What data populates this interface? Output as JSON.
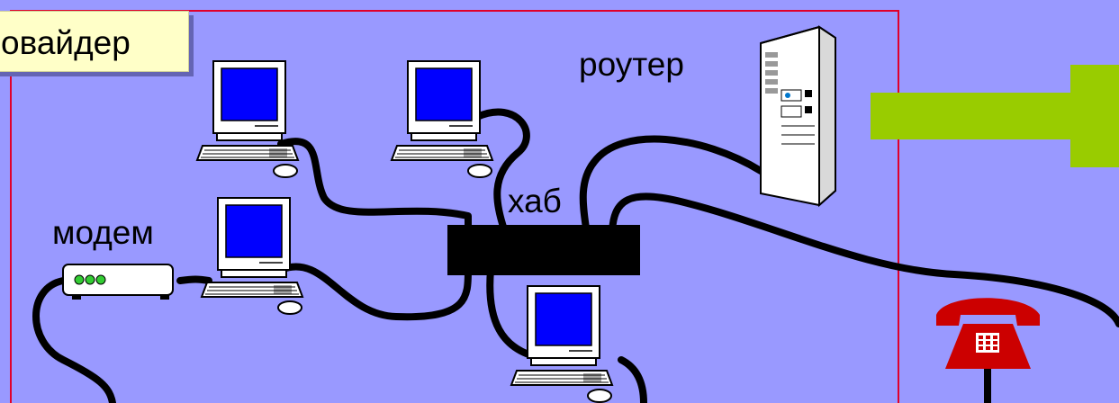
{
  "labels": {
    "provider": "овайдер",
    "router": "роутер",
    "hub": "хаб",
    "modem": "модем"
  },
  "icons": {
    "computer": "computer-icon",
    "router": "server-tower-icon",
    "modem": "modem-icon",
    "phone": "telephone-icon",
    "arrow": "arrow-right-icon"
  },
  "colors": {
    "background": "#9999ff",
    "provider_border": "#e0002a",
    "provider_label_bg": "#ffffc8",
    "arrow": "#99cc00",
    "hub": "#000000",
    "screen": "#0000ff",
    "phone": "#cc0000"
  }
}
